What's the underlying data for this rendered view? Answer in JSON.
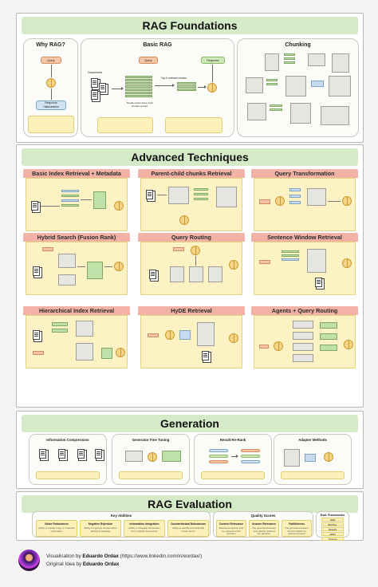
{
  "sections": {
    "foundations": "RAG Foundations",
    "advanced": "Advanced Techniques",
    "generation": "Generation",
    "evaluation": "RAG Evaluation"
  },
  "foundations": {
    "why_rag": {
      "title": "Why RAG?",
      "query": "Query",
      "response": "Response\nHallucination"
    },
    "basic_rag": {
      "title": "Basic RAG",
      "documents": "Documents",
      "query": "Query",
      "response": "Response",
      "top_k": "Top-K relevant chunks",
      "store": "Simple vector store of all chunks vectors"
    },
    "chunking": {
      "title": "Chunking"
    }
  },
  "advanced": {
    "tiles": [
      {
        "title": "Basic Index Retrieval + Metadata"
      },
      {
        "title": "Parent-child chunks Retrieval"
      },
      {
        "title": "Query Transformation"
      },
      {
        "title": "Hybrid Search (Fusion Rank)"
      },
      {
        "title": "Query Routing"
      },
      {
        "title": "Sentence Window Retrieval"
      },
      {
        "title": "Hierarchical Index Retrieval"
      },
      {
        "title": "HyDE Retrieval"
      },
      {
        "title": "Agents + Query Routing"
      }
    ]
  },
  "generation": {
    "cards": [
      {
        "title": "Information Compression"
      },
      {
        "title": "Generator Fine Tuning"
      },
      {
        "title": "Result Re-Rank"
      },
      {
        "title": "Adapter Methods"
      }
    ]
  },
  "evaluation": {
    "key_abilities": {
      "title": "Key Abilities",
      "items": [
        {
          "head": "Noise Robustness",
          "body": "Ability to handle noisy or irrelevant information"
        },
        {
          "head": "Negative Rejection",
          "body": "Ability to reject to answer when lacking knowledge"
        },
        {
          "head": "Information Integration",
          "body": "Ability to integrate information from multiple documents"
        },
        {
          "head": "Counterfactual Robustness",
          "body": "Ability to identify and deal with known errors"
        }
      ]
    },
    "quality_scores": {
      "title": "Quality Scores",
      "items": [
        {
          "head": "Context Relevance",
          "body": "Retrieved context must be relevant to the question"
        },
        {
          "head": "Answer Relevance",
          "body": "The generated answer must directly address the question"
        },
        {
          "head": "Faithfulness",
          "body": "The generated answer must be faithful to retrieved context"
        }
      ]
    },
    "frameworks": {
      "title": "Eval. Frameworks",
      "items": [
        "RGB",
        "RECALL",
        "RAGAS",
        "ARES",
        "TruLens"
      ]
    }
  },
  "footer": {
    "line1_prefix": "Visualisation by",
    "line1_name": "Eduardo Ordax",
    "line1_url": "(https://www.linkedin.com/in/eordax/)",
    "line2_prefix": "Original Idea by",
    "line2_name": "Eduardo Ordax"
  }
}
